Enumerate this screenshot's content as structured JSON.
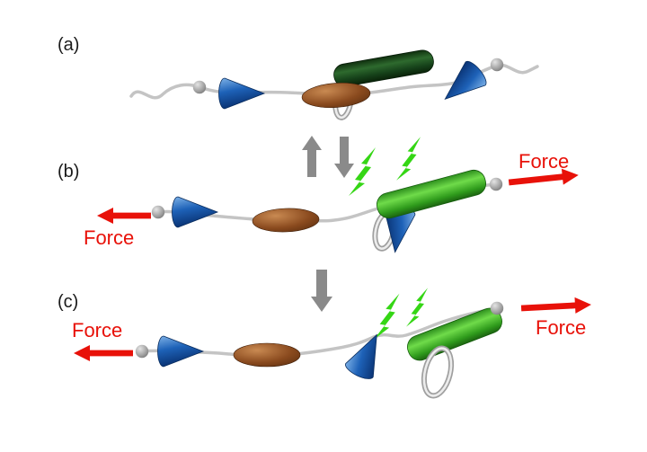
{
  "figure": {
    "background": "#ffffff",
    "panels": [
      {
        "id": "a",
        "label": "(a)"
      },
      {
        "id": "b",
        "label": "(b)"
      },
      {
        "id": "c",
        "label": "(c)"
      }
    ],
    "force_labels": {
      "b_left": "Force",
      "b_right": "Force",
      "c_left": "Force",
      "c_right": "Force"
    },
    "colors": {
      "force_red": "#e81109",
      "process_arrow_gray": "#8a8a8a",
      "stopper_cone_blue": "#1e62b8",
      "station_brown": "#8a4a1e",
      "macrocycle_dark_green": "#1e4a1e",
      "macrocycle_bright_green": "#4cc32e",
      "lightning_green": "#35d615",
      "bead_gray": "#9a9a9a",
      "thread_gray": "#c4c4c4",
      "ring_gray": "#bdbdbd"
    }
  }
}
